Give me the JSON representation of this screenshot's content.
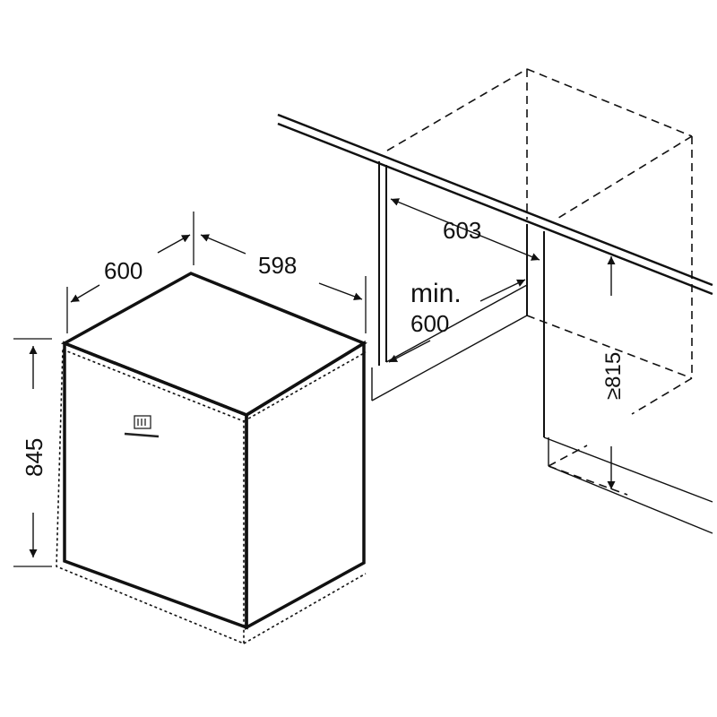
{
  "diagram": {
    "appliance": {
      "width_label": "598",
      "depth_label": "600",
      "height_label": "845"
    },
    "niche": {
      "depth_label": "603",
      "min_label": "min.",
      "min_width_label": "600",
      "height_label": "≥815"
    },
    "colors": {
      "line": "#111111",
      "background": "#ffffff"
    }
  }
}
